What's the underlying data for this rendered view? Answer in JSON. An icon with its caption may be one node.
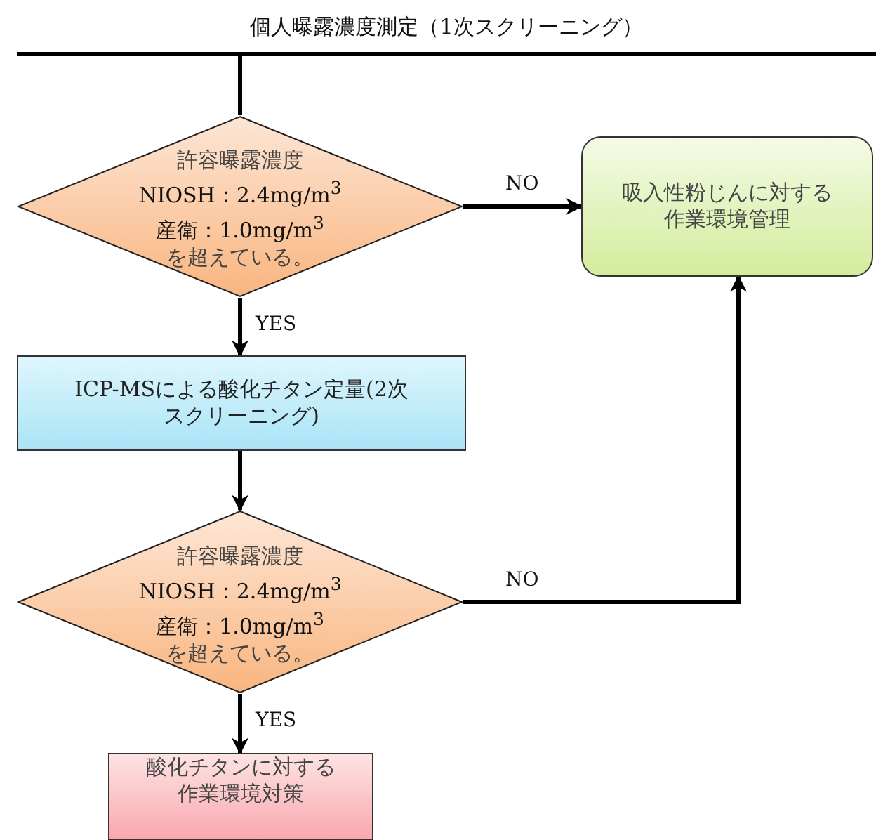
{
  "diagram": {
    "nodes": [
      {
        "text": [
          "個人曝露濃度測定（1次スクリーニング）"
        ]
      },
      {
        "text": [
          "許容曝露濃度",
          "NIOSH：2.4mg/m$^{3}$",
          "産衛：1.0mg/m$^{3}$",
          "を超えている。"
        ]
      },
      {
        "text": [
          "吸入性粉じんに対する作業環境管理"
        ]
      },
      {
        "text": [
          "ICP-MSによる酸化チタン定量(2次スクリーニング)"
        ]
      },
      {
        "text": [
          "許容曝露濃度",
          "NIOSH：2.4mg/m$^{3}$",
          "産衛：1.0mg/m$^{3}$",
          "を超えている。"
        ]
      },
      {
        "text": [
          "酸化チタンに対する作業環境対策"
        ]
      }
    ],
    "edges": [
      {
        "from": 0,
        "to": 1,
        "arrow": "none"
      },
      {
        "from": 1,
        "to": 2,
        "arrow": "to",
        "label": "NO"
      },
      {
        "from": 1,
        "to": 3,
        "arrow": "to",
        "label": "YES"
      },
      {
        "from": 3,
        "to": 4,
        "arrow": "to"
      },
      {
        "from": 4,
        "to": 2,
        "arrow": "to",
        "label": "NO"
      },
      {
        "from": 4,
        "to": 5,
        "arrow": "to",
        "label": "YES"
      }
    ]
  }
}
